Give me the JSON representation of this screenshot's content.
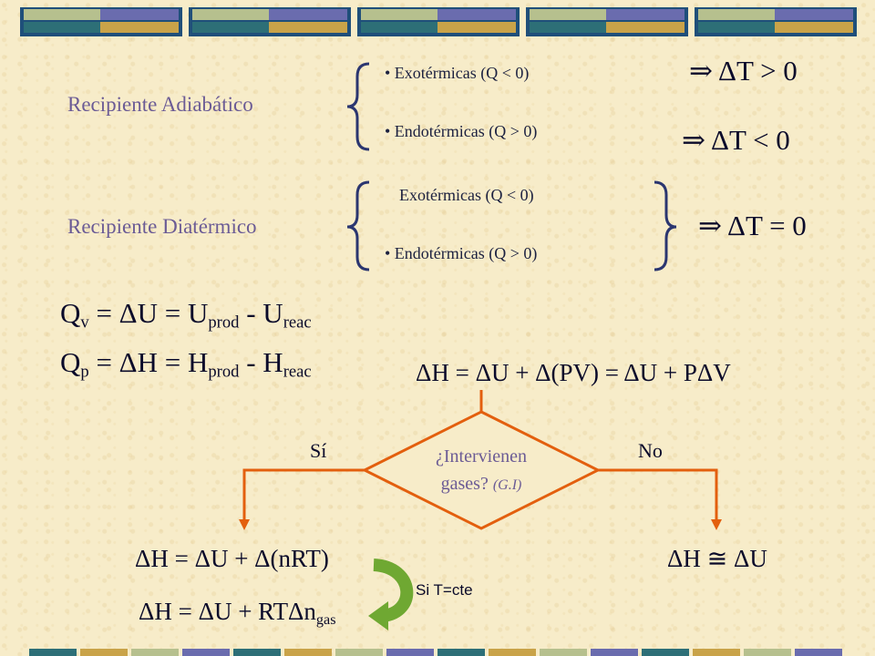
{
  "colors": {
    "deco_navy": "#1f4f7a",
    "deco_purple": "#6a6cae",
    "deco_sage": "#b6c08e",
    "deco_gold": "#c9a349",
    "deco_teal": "#2d6f77",
    "brace": "#2b3670",
    "arrow_orange": "#e35f0e",
    "curved_arrow_green": "#6fa832",
    "label_purple": "#6b5b95"
  },
  "adiabatic": {
    "label": "Recipiente Adiabático",
    "exo": "• Exotérmicas   (Q < 0)",
    "endo": "• Endotérmicas   (Q > 0)",
    "result_exo": "⇒  ΔT > 0",
    "result_endo": "⇒  ΔT < 0"
  },
  "diathermic": {
    "label": "Recipiente Diatérmico",
    "exo": "Exotérmicas   (Q < 0)",
    "endo": "• Endotérmicas   (Q > 0)",
    "result": "⇒  ΔT = 0"
  },
  "equations": {
    "qv": {
      "q": "Q",
      "sub": "v",
      "mid": " = ΔU = U",
      "sub2": "prod",
      "mid2": " - U",
      "sub3": "reac"
    },
    "qp": {
      "q": "Q",
      "sub": "p",
      "mid": " = ΔH = H",
      "sub2": "prod",
      "mid2": " - H",
      "sub3": "reac"
    },
    "dh_top": "ΔH = ΔU + Δ(PV) = ΔU + PΔV"
  },
  "flow": {
    "question_line1": "¿Intervienen",
    "question_line2": "gases?",
    "question_note": "(G.I)",
    "yes": "Sí",
    "no": "No",
    "left_result": "ΔH = ΔU + Δ(nRT)",
    "right_result": "ΔH ≅ ΔU",
    "condition": "Si T=cte",
    "final_main": "ΔH = ΔU + RTΔn",
    "final_sub": "gas"
  }
}
